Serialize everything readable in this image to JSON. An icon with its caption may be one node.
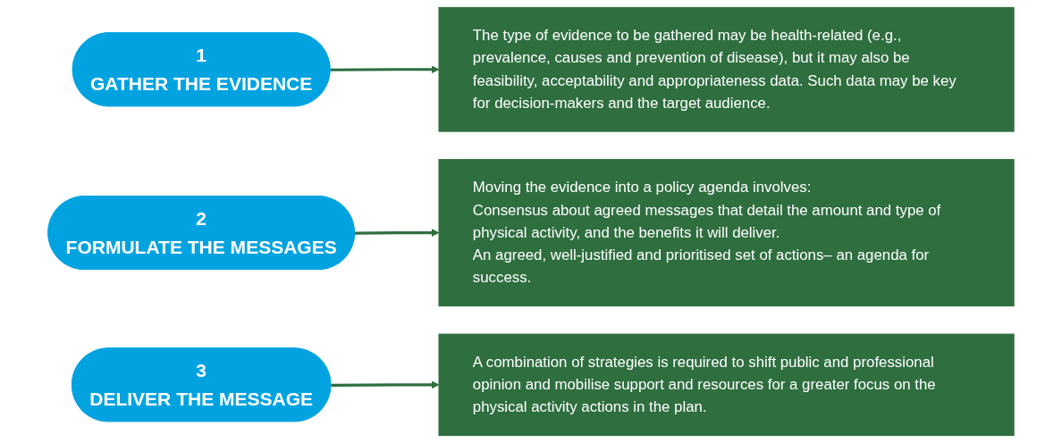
{
  "diagram": {
    "nodes": [
      {
        "text": [
          "1",
          "GATHER THE EVIDENCE"
        ]
      },
      {
        "text": [
          "The type of evidence to be gathered may be health-related (e.g., prevalence, causes and prevention of disease), but it may also be feasibility, acceptability and appropriateness data. Such data may be key for decision-makers and the target audience."
        ]
      },
      {
        "text": [
          "2",
          "FORMULATE THE MESSAGES"
        ]
      },
      {
        "text": [
          "Moving the evidence into a policy agenda involves:",
          "Consensus about agreed messages that detail the amount and type of physical activity, and the benefits it will deliver.",
          "An agreed, well-justified and prioritised set of actions– an agenda for success."
        ]
      },
      {
        "text": [
          "3",
          "DELIVER THE MESSAGE"
        ]
      },
      {
        "text": [
          "A combination of strategies is required to shift public and professional opinion and mobilise support and resources for a greater focus on the physical activity actions in the plan."
        ]
      }
    ],
    "edges": [
      {
        "from": 0,
        "to": 1,
        "arrow": "to"
      },
      {
        "from": 2,
        "to": 3,
        "arrow": "to"
      },
      {
        "from": 4,
        "to": 5,
        "arrow": "to"
      }
    ]
  }
}
